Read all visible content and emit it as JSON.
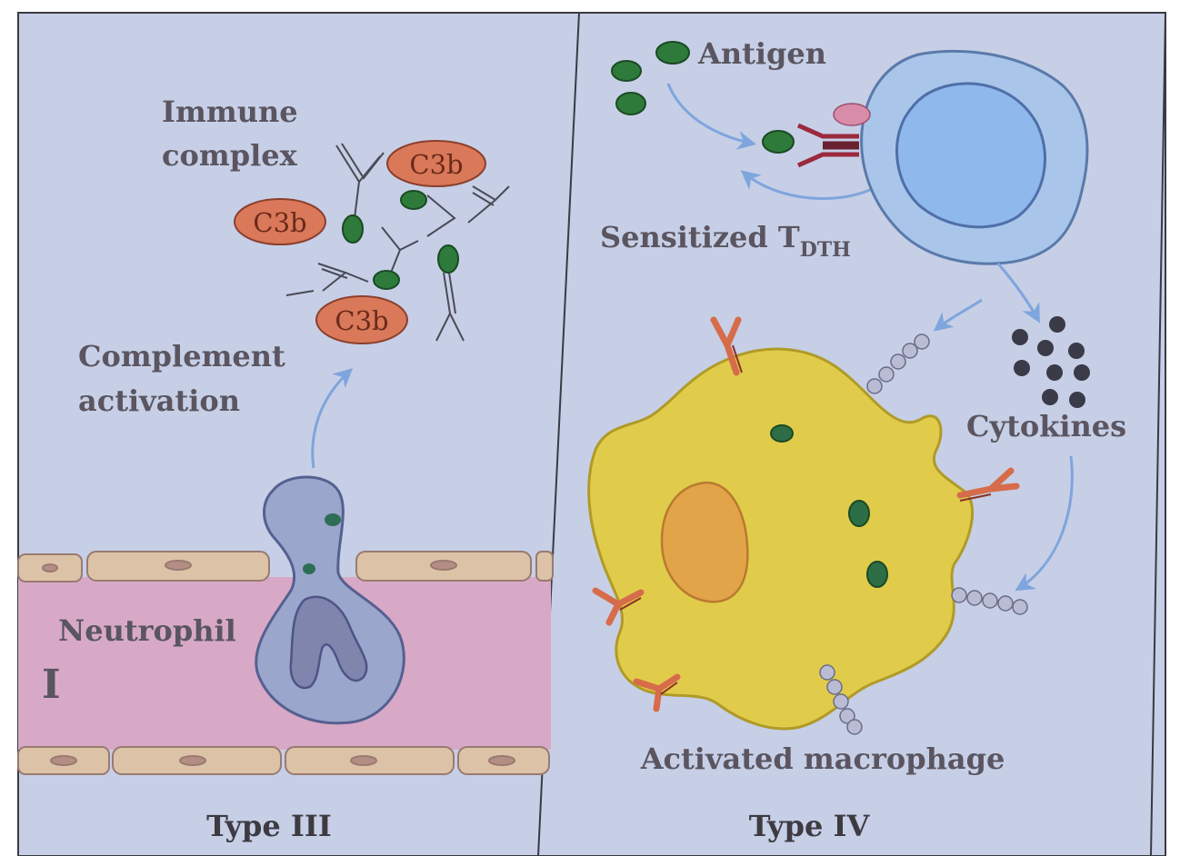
{
  "panels": {
    "left": {
      "title": "Type III",
      "labels": {
        "immune_complex_line1": "Immune",
        "immune_complex_line2": "complex",
        "complement_line1": "Complement",
        "complement_line2": "activation",
        "neutrophil": "Neutrophil",
        "marker": "I"
      },
      "c3b_label": "C3b"
    },
    "right": {
      "title": "Type IV",
      "labels": {
        "antigen": "Antigen",
        "sensitized_prefix": "Sensitized T",
        "sensitized_subscript": "DTH",
        "cytokines": "Cytokines",
        "activated_macrophage": "Activated macrophage"
      }
    }
  },
  "colors": {
    "background": "#c6cfe6",
    "vessel": "#d7a9c7",
    "endothelium": "#dcc3a8",
    "c3b": "#d9795a",
    "antigen": "#2e7a3a",
    "neutrophil": "#9aa6cc",
    "tcell": "#a9c6ea",
    "tcell_nucleus": "#8fb8ec",
    "macrophage": "#e0cc4a",
    "macrophage_nucleus": "#e2a448",
    "arrow": "#7fa5dd",
    "receptor": "#d76c4a"
  }
}
